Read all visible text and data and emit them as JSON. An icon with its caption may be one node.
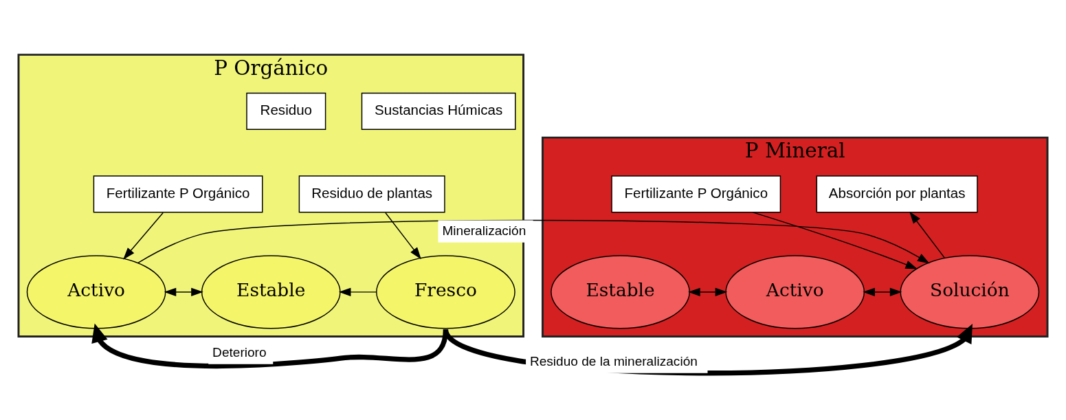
{
  "diagram": {
    "nodes": [
      {
        "text": [
          "P Mineral"
        ]
      },
      {
        "text": [
          "P Orgánico"
        ]
      },
      {
        "text": [
          "Fertilizante P Orgánico"
        ],
        "in": 0
      },
      {
        "text": [
          "Absorción por plantas"
        ],
        "in": 0
      },
      {
        "text": [
          "Estable"
        ],
        "in": 0
      },
      {
        "text": [
          "Activo"
        ],
        "in": 0
      },
      {
        "text": [
          "Solución"
        ],
        "in": 0
      },
      {
        "text": [
          "Sustancias Húmicas"
        ],
        "in": 1
      },
      {
        "text": [
          "Residuo"
        ],
        "in": 1
      },
      {
        "text": [
          "Fertilizante P Orgánico"
        ],
        "in": 1
      },
      {
        "text": [
          "Residuo de plantas"
        ],
        "in": 1
      },
      {
        "text": [
          "Activo"
        ],
        "in": 1
      },
      {
        "text": [
          "Estable"
        ],
        "in": 1
      },
      {
        "text": [
          "Fresco"
        ],
        "in": 1
      }
    ],
    "edges": [
      {
        "from": 4,
        "to": 5,
        "arrow": "both"
      },
      {
        "from": 5,
        "to": 6,
        "arrow": "both"
      },
      {
        "from": 2,
        "to": 6,
        "arrow": "to"
      },
      {
        "from": 6,
        "to": 3,
        "arrow": "to"
      },
      {
        "from": 11,
        "to": 6,
        "arrow": "to",
        "label": "Mineralización"
      },
      {
        "from": 11,
        "to": 12,
        "arrow": "both"
      },
      {
        "from": 13,
        "to": 12,
        "arrow": "to"
      },
      {
        "from": 9,
        "to": 11,
        "arrow": "to"
      },
      {
        "from": 10,
        "to": 13,
        "arrow": "to"
      },
      {
        "from": 13,
        "to": 11,
        "arrow": "to",
        "label": "Deterioro",
        "style": "thick"
      },
      {
        "from": 13,
        "to": 6,
        "arrow": "to",
        "label": "Residuo de la mineralización",
        "style": "thick"
      }
    ]
  }
}
